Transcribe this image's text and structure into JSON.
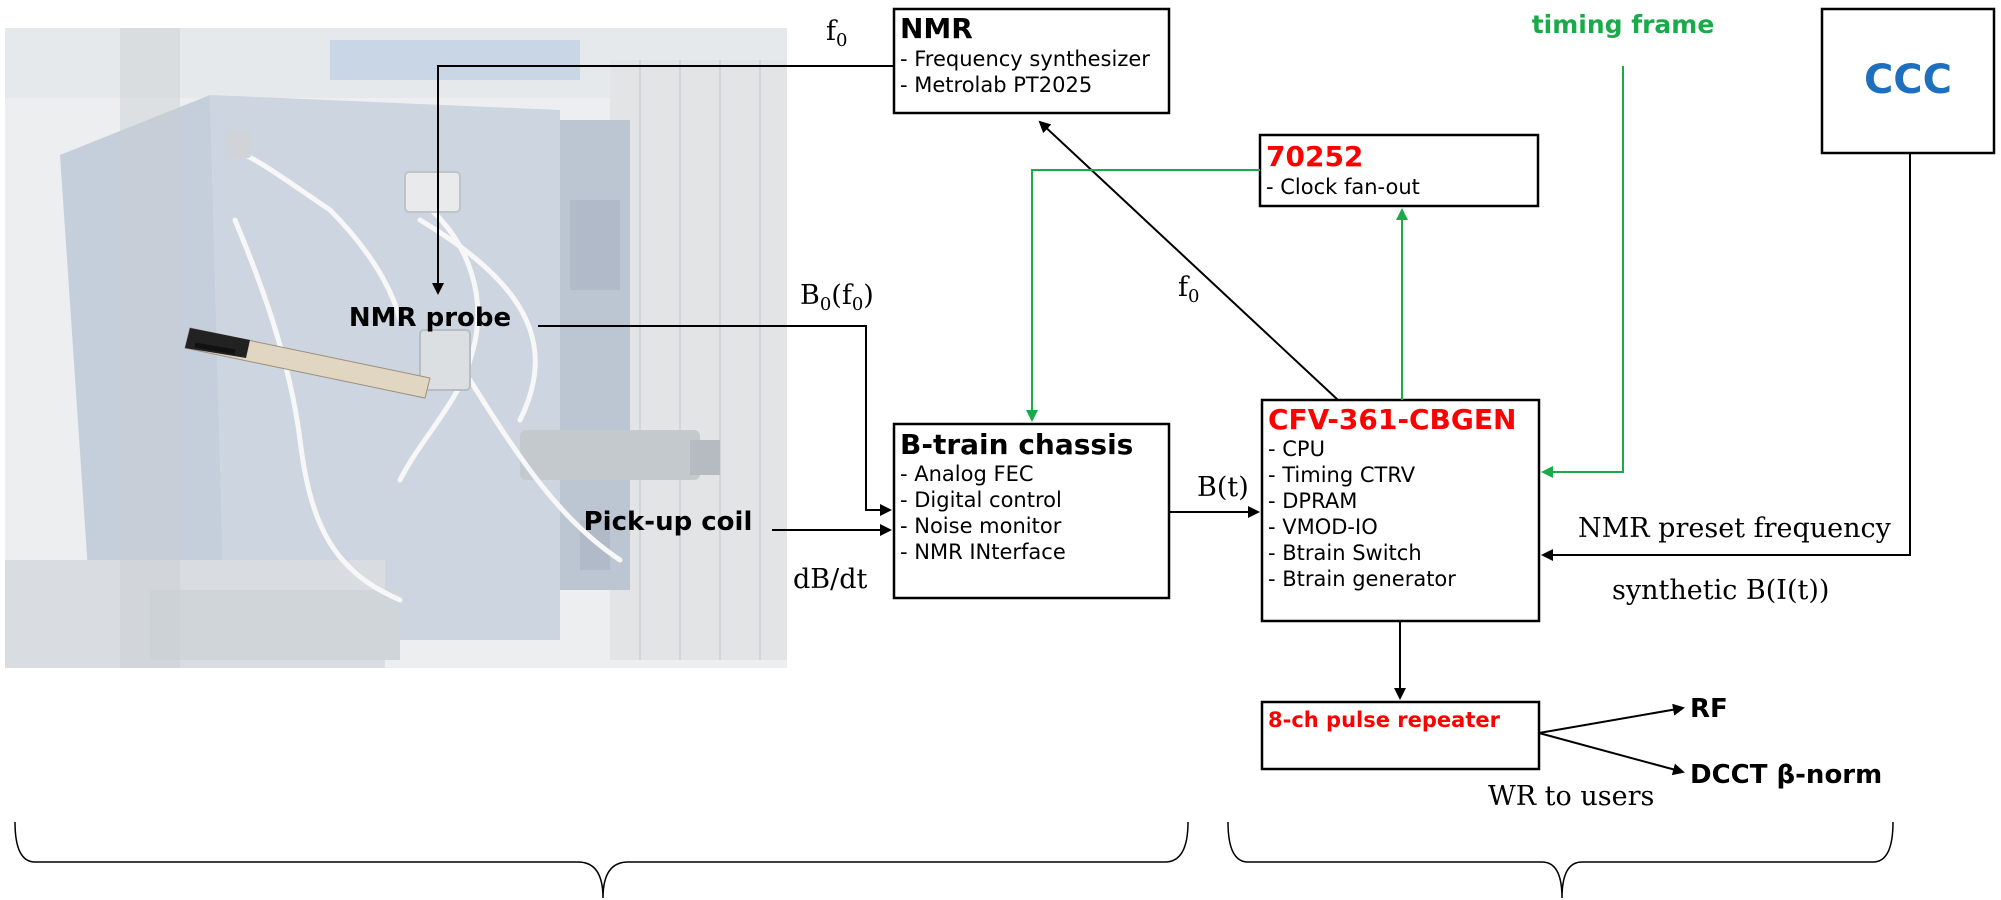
{
  "colors": {
    "green": "#1aaa4a",
    "red": "#ff0000",
    "blue": "#1f6fbf"
  },
  "nmr": {
    "title": "NMR",
    "items": [
      "- Frequency synthesizer",
      "- Metrolab PT2025"
    ]
  },
  "clock": {
    "title": "70252",
    "items": [
      "- Clock fan-out"
    ]
  },
  "ccc": {
    "title": "CCC"
  },
  "timing_frame": "timing frame",
  "btrain": {
    "title": "B-train chassis",
    "items": [
      "- Analog FEC",
      "- Digital control",
      "- Noise monitor",
      "- NMR INterface"
    ]
  },
  "cfv": {
    "title": "CFV-361-CBGEN",
    "items": [
      "- CPU",
      "- Timing CTRV",
      "- DPRAM",
      "- VMOD-IO",
      "- Btrain Switch",
      "- Btrain generator"
    ]
  },
  "pulse": {
    "title": "8-ch pulse repeater"
  },
  "labels": {
    "nmr_probe": "NMR probe",
    "pickup_coil": "Pick-up coil",
    "f0_top_base": "f",
    "f0_top_sub": "0",
    "b0_base": "B",
    "b0_sub1": "0",
    "b0_mid": "(f",
    "b0_sub2": "0",
    "b0_end": ")",
    "f0_mid_base": "f",
    "f0_mid_sub": "0",
    "dbdt": "dB/dt",
    "bt": "B(t)",
    "nmr_preset": "NMR preset frequency",
    "synthetic": "synthetic B(I(t))",
    "rf": "RF",
    "dcct": "DCCT β-norm",
    "wr_users": "WR to users"
  }
}
